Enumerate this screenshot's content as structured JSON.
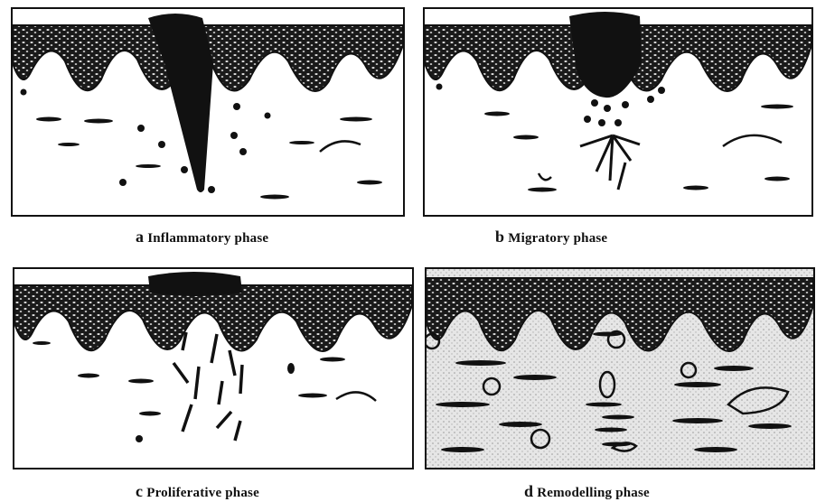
{
  "panels": [
    {
      "letter": "a",
      "title": "Inflammatory phase"
    },
    {
      "letter": "b",
      "title": "Migratory phase"
    },
    {
      "letter": "c",
      "title": "Proliferative phase"
    },
    {
      "letter": "d",
      "title": "Remodelling phase"
    }
  ],
  "colors": {
    "ink": "#111111",
    "paper": "#ffffff",
    "stipple": "#cfcfcf"
  }
}
